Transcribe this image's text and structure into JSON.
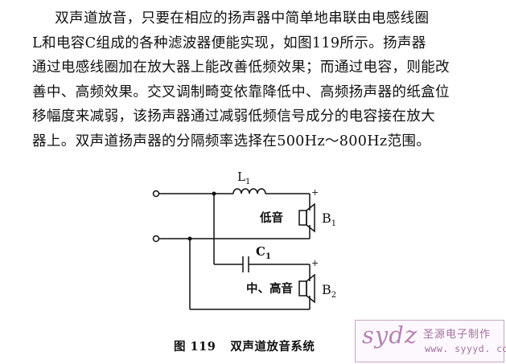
{
  "paragraph_lines": [
    "双声道放音，只要在相应的扬声器中简单地串联由电感线圈",
    "L和电容C组成的各种滤波器便能实现，如图119所示。扬声器",
    "通过电感线圈加在放大器上能改善低频效果；而通过电容，则能改",
    "善中、高频效果。交叉调制畸变依靠降低中、高频扬声器的纸盒位",
    "移幅度来减弱，该扬声器通过减弱低频信号成分的电容接在放大",
    "器上。双声道扬声器的分隔频率选择在500Hz～800Hz范围。"
  ],
  "circuit": {
    "inductor_label": "L",
    "inductor_sub": "1",
    "capacitor_label": "C",
    "capacitor_sub": "1",
    "woofer_text": "低音",
    "woofer_label": "B",
    "woofer_sub": "1",
    "tweeter_text": "中、高音",
    "tweeter_label": "B",
    "tweeter_sub": "2",
    "plus_sign": "+"
  },
  "caption": {
    "number": "图 119",
    "title": "双声道放音系统"
  },
  "watermark": {
    "logo": "sydz",
    "name": "圣源电子制作",
    "url": "www. syyyd. com"
  }
}
